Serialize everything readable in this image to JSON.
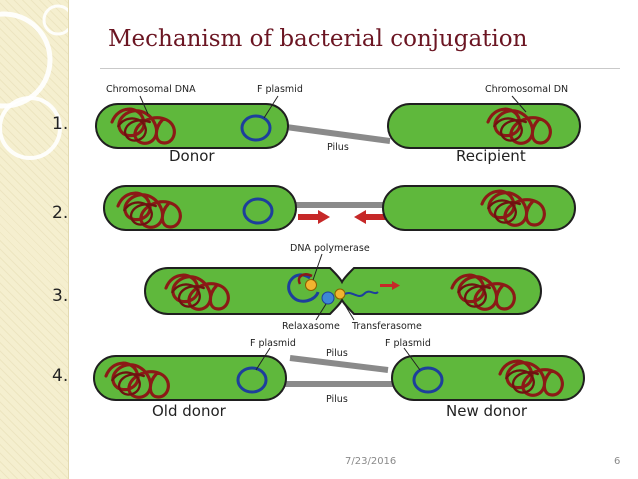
{
  "slide": {
    "title": "Mechanism of bacterial conjugation",
    "date": "7/23/2016",
    "page_number": "6"
  },
  "steps": [
    "1.",
    "2.",
    "3.",
    "4."
  ],
  "labels": {
    "chromosomal_dna_left": "Chromosomal DNA",
    "chromosomal_dna_right": "Chromosomal DN",
    "f_plasmid_1": "F plasmid",
    "pilus_1": "Pilus",
    "donor": "Donor",
    "recipient": "Recipient",
    "dna_polymerase": "DNA polymerase",
    "relaxasome": "Relaxasome",
    "transferasome": "Transferasome",
    "f_plasmid_4_left": "F plasmid",
    "f_plasmid_4_right": "F plasmid",
    "pilus_4_top": "Pilus",
    "pilus_4_bottom": "Pilus",
    "old_donor": "Old donor",
    "new_donor": "New donor"
  },
  "colors": {
    "cell_fill": "#5fb83c",
    "cell_stroke": "#1f1f1f",
    "chromosome": "#8b1a16",
    "plasmid": "#1d3f9c",
    "pilus": "#8a8a8a",
    "arrow": "#c62828",
    "title": "#6b1522"
  }
}
